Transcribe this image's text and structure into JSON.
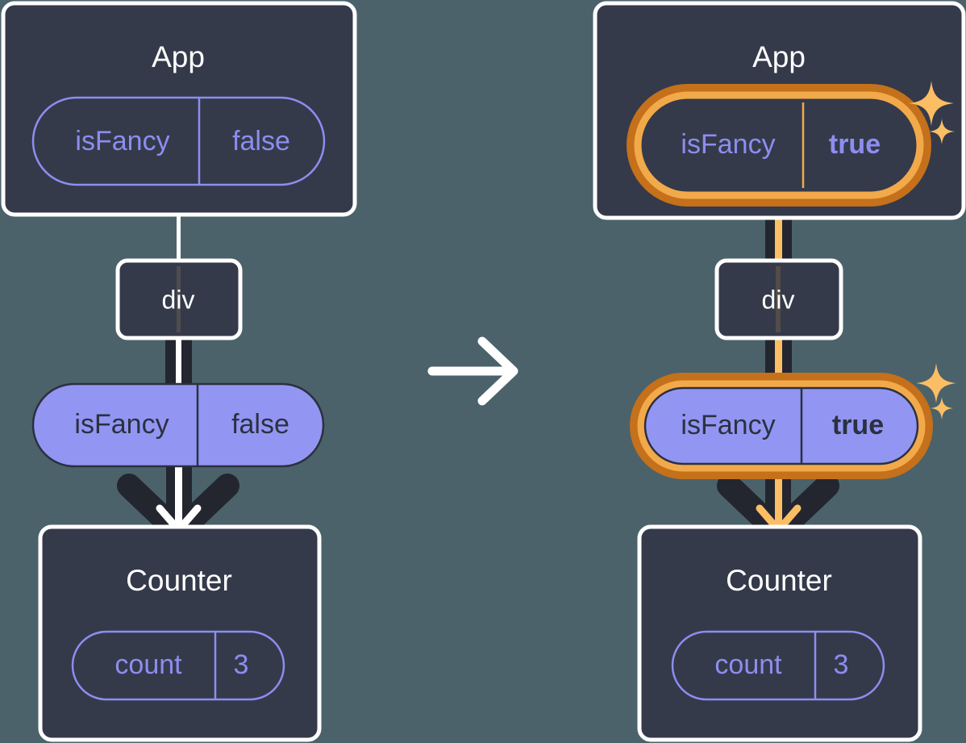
{
  "diagram": {
    "title": "React state update: isFancy prop flows from App through div to Counter",
    "transition_icon": "right-arrow-icon",
    "sparkle_icon": "sparkle-icon",
    "colors": {
      "background": "#4b626b",
      "panel": "#343a4a",
      "panel_border": "#ffffff",
      "pill_outline_stroke": "#8d8df0",
      "pill_outline_text": "#8d8df0",
      "pill_filled_fill": "#9296f2",
      "pill_filled_text": "#2c3040",
      "edge_dark": "#23262f",
      "edge_inner_default": "#ffffff",
      "edge_inner_highlight": "#fbbe64",
      "highlight_outer": "#c5701a",
      "highlight_inner": "#f2a94a",
      "sparkle": "#fbbe64"
    }
  },
  "panels": [
    {
      "id": "before",
      "app": {
        "title": "App",
        "pill": {
          "name": "isFancy",
          "value": "false",
          "style": "outline",
          "highlighted": false,
          "bold_value": false
        }
      },
      "div": {
        "label": "div"
      },
      "prop_pill": {
        "name": "isFancy",
        "value": "false",
        "style": "filled",
        "highlighted": false,
        "bold_value": false
      },
      "counter": {
        "title": "Counter",
        "pill": {
          "name": "count",
          "value": "3",
          "style": "outline",
          "highlighted": false,
          "bold_value": false
        }
      },
      "sparkles": false
    },
    {
      "id": "after",
      "app": {
        "title": "App",
        "pill": {
          "name": "isFancy",
          "value": "true",
          "style": "outline",
          "highlighted": true,
          "bold_value": true
        }
      },
      "div": {
        "label": "div"
      },
      "prop_pill": {
        "name": "isFancy",
        "value": "true",
        "style": "filled",
        "highlighted": true,
        "bold_value": true
      },
      "counter": {
        "title": "Counter",
        "pill": {
          "name": "count",
          "value": "3",
          "style": "outline",
          "highlighted": false,
          "bold_value": false
        }
      },
      "sparkles": true
    }
  ]
}
